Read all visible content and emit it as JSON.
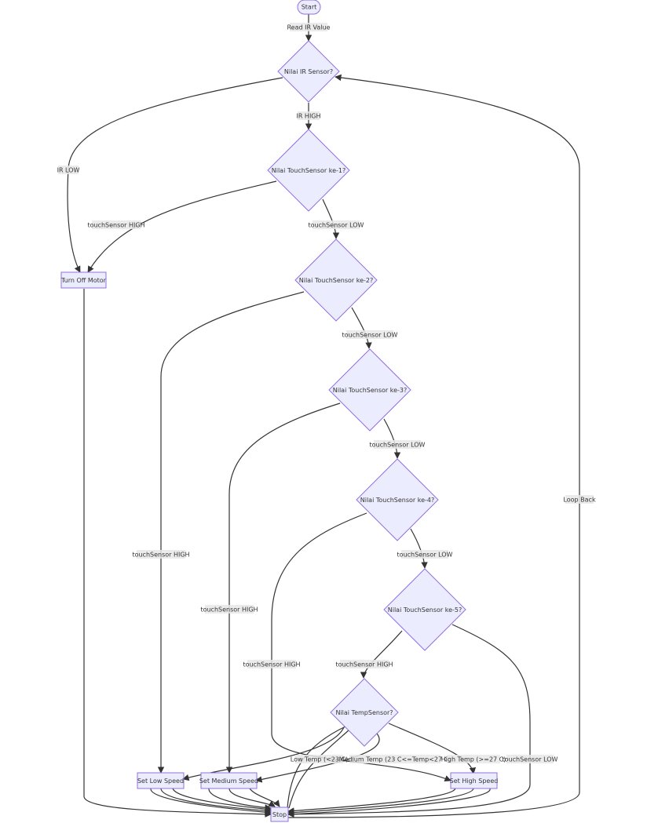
{
  "colors": {
    "node_fill": "#ececff",
    "node_stroke": "#9370db",
    "edge": "#333333",
    "label_bg": "#e8e8e8",
    "text": "#333333"
  },
  "nodes": {
    "start": "Start",
    "ir": "Nilai IR Sensor?",
    "t1": "Nilai TouchSensor ke-1?",
    "t2": "Nilai TouchSensor ke-2?",
    "t3": "Nilai TouchSensor ke-3?",
    "t4": "Nilai TouchSensor ke-4?",
    "t5": "Nilai TouchSensor ke-5?",
    "temp": "Nilai TempSensor?",
    "off": "Turn Off Motor",
    "low": "Set Low Speed",
    "med": "Set Medium Speed",
    "high": "Set High Speed",
    "stop": "Stop"
  },
  "edge_labels": {
    "start_ir": "Read IR Value",
    "ir_low": "IR LOW",
    "ir_high": "IR HIGH",
    "t1_high": "touchSensor HIGH",
    "t1_low": "touchSensor LOW",
    "t2_high": "touchSensor HIGH",
    "t2_low": "touchSensor LOW",
    "t3_high": "touchSensor HIGH",
    "t3_low": "touchSensor LOW",
    "t4_high": "touchSensor HIGH",
    "t4_low": "touchSensor LOW",
    "t5_high": "touchSensor HIGH",
    "t5_low": "touchSensor LOW",
    "temp_low": "Low Temp (<23 C)",
    "temp_med": "Medium Temp (23 C<=Temp<27 C)",
    "temp_high": "High Temp (>=27 C)",
    "loop": "Loop Back"
  }
}
